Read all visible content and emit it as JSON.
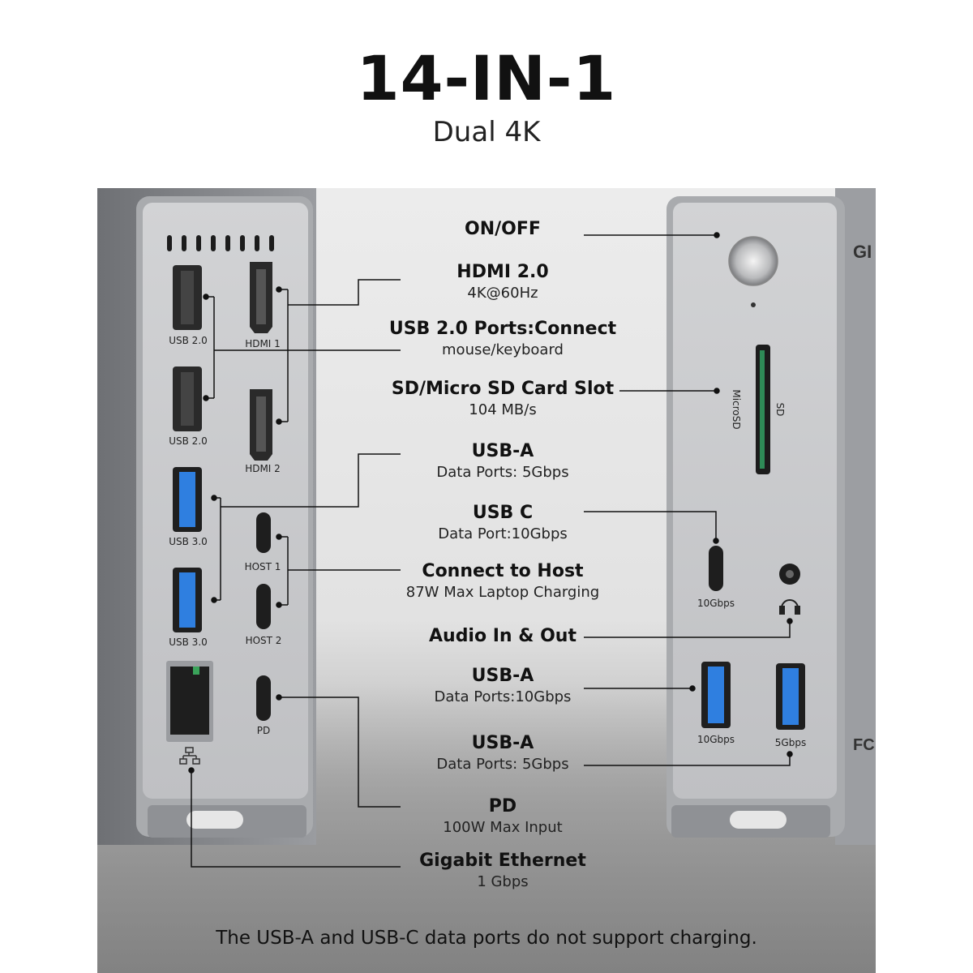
{
  "title": "14-IN-1",
  "subtitle": "Dual 4K",
  "features": [
    {
      "heading": "ON/OFF",
      "sub": ""
    },
    {
      "heading": "HDMI 2.0",
      "sub": "4K@60Hz"
    },
    {
      "heading": "USB 2.0 Ports:Connect",
      "sub": "mouse/keyboard"
    },
    {
      "heading": "SD/Micro SD Card Slot",
      "sub": "104 MB/s"
    },
    {
      "heading": "USB-A",
      "sub": "Data Ports: 5Gbps"
    },
    {
      "heading": "USB C",
      "sub": "Data Port:10Gbps"
    },
    {
      "heading": "Connect to Host",
      "sub": "87W Max Laptop Charging"
    },
    {
      "heading": "Audio In & Out",
      "sub": ""
    },
    {
      "heading": "USB-A",
      "sub": "Data Ports:10Gbps"
    },
    {
      "heading": "USB-A",
      "sub": "Data Ports: 5Gbps"
    },
    {
      "heading": "PD",
      "sub": "100W Max Input"
    },
    {
      "heading": "Gigabit Ethernet",
      "sub": "1 Gbps"
    }
  ],
  "left_panel": {
    "usb2_1": "USB 2.0",
    "usb2_2": "USB 2.0",
    "usb3_1": "USB 3.0",
    "usb3_2": "USB 3.0",
    "hdmi1": "HDMI 1",
    "hdmi2": "HDMI 2",
    "host1": "HOST 1",
    "host2": "HOST 2",
    "pd": "PD"
  },
  "right_panel": {
    "microsd": "MicroSD",
    "sd": "SD",
    "usbc_speed": "10Gbps",
    "usba_fast": "10Gbps",
    "usba_slow": "5Gbps",
    "brand_partial": "GI",
    "fcc": "FC"
  },
  "footnote": "The USB-A and USB-C data ports do not support charging.",
  "colors": {
    "usb3_blue": "#2f7fe0",
    "panel": "#c7c8ca",
    "body": "#8c8e92",
    "sd_green": "#2e8b57"
  }
}
